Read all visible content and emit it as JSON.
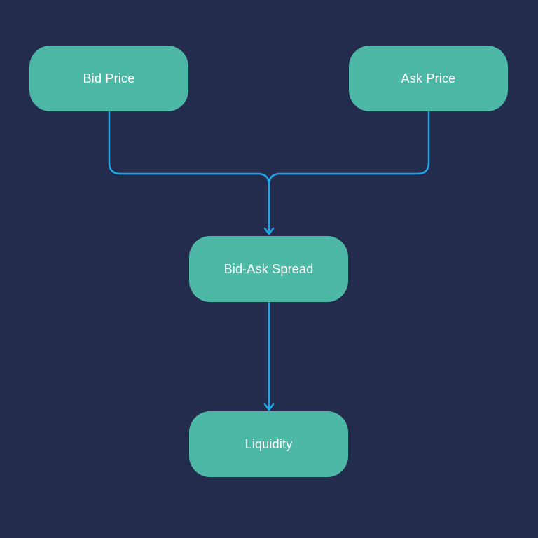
{
  "diagram": {
    "nodes": {
      "bid_price": "Bid Price",
      "ask_price": "Ask Price",
      "bid_ask_spread": "Bid-Ask Spread",
      "liquidity": "Liquidity"
    },
    "edges": [
      {
        "from": "Bid Price",
        "to": "Bid-Ask Spread"
      },
      {
        "from": "Ask Price",
        "to": "Bid-Ask Spread"
      },
      {
        "from": "Bid-Ask Spread",
        "to": "Liquidity"
      }
    ]
  },
  "colors": {
    "background": "#232c4c",
    "node_fill": "#4db8a6",
    "node_text": "#ffffff",
    "connector": "#1ea7e8"
  }
}
